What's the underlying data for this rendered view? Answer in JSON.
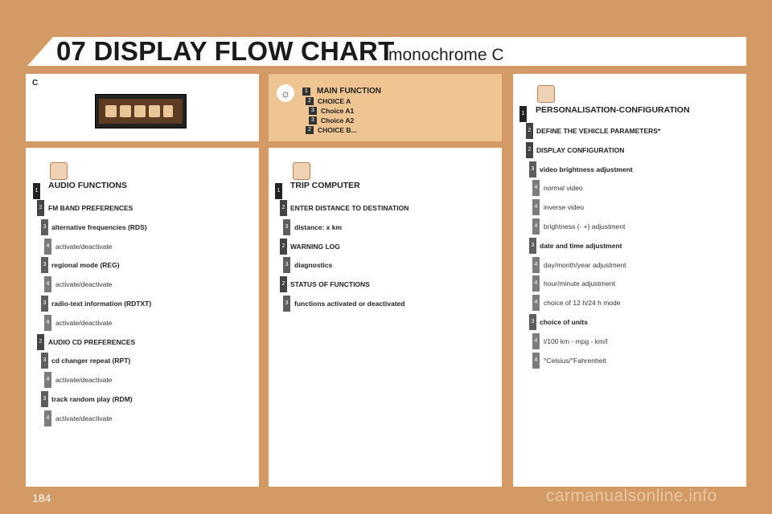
{
  "header": {
    "title": "07 DISPLAY FLOW CHART",
    "subtitle": "monochrome C"
  },
  "page_number": "184",
  "watermark": "carmanualsonline.info",
  "display_panel": {
    "label": "C"
  },
  "main_function": {
    "heading": "MAIN FUNCTION",
    "items": [
      {
        "level": "1",
        "label": "MAIN FUNCTION"
      },
      {
        "level": "2",
        "label": "CHOICE A"
      },
      {
        "level": "3",
        "label": "Choice A1"
      },
      {
        "level": "3",
        "label": "Choice A2"
      },
      {
        "level": "2",
        "label": "CHOICE B..."
      }
    ]
  },
  "audio": {
    "title": "AUDIO FUNCTIONS",
    "items": [
      {
        "level": "2",
        "label": "FM BAND PREFERENCES"
      },
      {
        "level": "3",
        "label": "alternative frequencies (RDS)"
      },
      {
        "level": "4",
        "label": "activate/deactivate"
      },
      {
        "level": "3",
        "label": "regional mode (REG)"
      },
      {
        "level": "4",
        "label": "activate/deactivate"
      },
      {
        "level": "3",
        "label": "radio-text information (RDTXT)"
      },
      {
        "level": "4",
        "label": "activate/deactivate"
      },
      {
        "level": "2",
        "label": "AUDIO CD PREFERENCES"
      },
      {
        "level": "3",
        "label": "cd changer repeat (RPT)"
      },
      {
        "level": "4",
        "label": "activate/deactivate"
      },
      {
        "level": "3",
        "label": "track random play (RDM)"
      },
      {
        "level": "4",
        "label": "activate/deactivate"
      }
    ]
  },
  "trip": {
    "title": "TRIP COMPUTER",
    "items": [
      {
        "level": "2",
        "label": "ENTER DISTANCE TO DESTINATION"
      },
      {
        "level": "3",
        "label": "distance: x km"
      },
      {
        "level": "2",
        "label": "WARNING LOG"
      },
      {
        "level": "3",
        "label": "diagnostics"
      },
      {
        "level": "2",
        "label": "STATUS OF FUNCTIONS"
      },
      {
        "level": "3",
        "label": "functions activated or deactivated"
      }
    ]
  },
  "personal": {
    "title": "PERSONALISATION-CONFIGURATION",
    "items": [
      {
        "level": "2",
        "label": "DEFINE THE VEHICLE PARAMETERS*"
      },
      {
        "level": "2",
        "label": "DISPLAY CONFIGURATION"
      },
      {
        "level": "3",
        "label": "video brightness adjustment"
      },
      {
        "level": "4",
        "label": "normal video"
      },
      {
        "level": "4",
        "label": "inverse video"
      },
      {
        "level": "4",
        "label": "brightness (- +) adjustment"
      },
      {
        "level": "3",
        "label": "date and time adjustment"
      },
      {
        "level": "4",
        "label": "day/month/year adjustment"
      },
      {
        "level": "4",
        "label": "hour/minute adjustment"
      },
      {
        "level": "4",
        "label": "choice of 12 h/24 h mode"
      },
      {
        "level": "3",
        "label": "choice of units"
      },
      {
        "level": "4",
        "label": "l/100 km - mpg - km/l"
      },
      {
        "level": "4",
        "label": "°Celsius/°Fahrenheit"
      }
    ]
  },
  "colors": {
    "background": "#d39a65",
    "panel": "#ffffff",
    "highlight_panel": "#eec492",
    "level_box": "#333333"
  }
}
